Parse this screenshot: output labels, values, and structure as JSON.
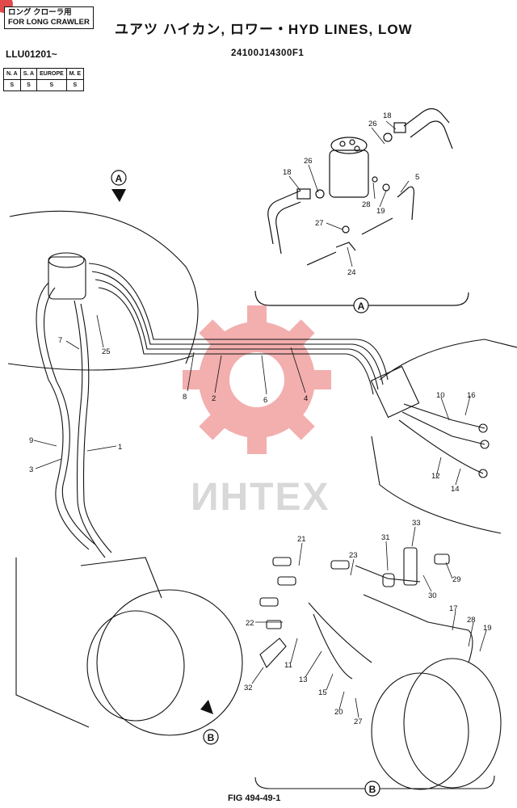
{
  "badge": {
    "line1": "ロング クローラ用",
    "line2": "FOR LONG CRAWLER"
  },
  "title": "ユアツ ハイカン, ロワー・HYD LINES, LOW",
  "serial": "LLU01201~",
  "part_number": "24100J14300F1",
  "regions": {
    "headers": [
      "N. A",
      "S. A",
      "EUROPE",
      "M. E"
    ],
    "values": [
      "S",
      "S",
      "S",
      "S"
    ]
  },
  "watermark": "ИНТЕХ",
  "figure_id": "FIG 494-49-1",
  "views": {
    "a": "A",
    "b": "B"
  },
  "callouts": [
    "1",
    "2",
    "3",
    "4",
    "5",
    "6",
    "7",
    "8",
    "9",
    "10",
    "11",
    "12",
    "13",
    "14",
    "15",
    "16",
    "17",
    "18",
    "19",
    "20",
    "21",
    "22",
    "23",
    "24",
    "25",
    "26",
    "27",
    "28",
    "29",
    "30",
    "31",
    "32",
    "33"
  ],
  "colors": {
    "line": "#111111",
    "watermark_gear": "#f2a0a0",
    "watermark_text": "#d8d8d8",
    "corner_mark": "#e04a4a"
  }
}
